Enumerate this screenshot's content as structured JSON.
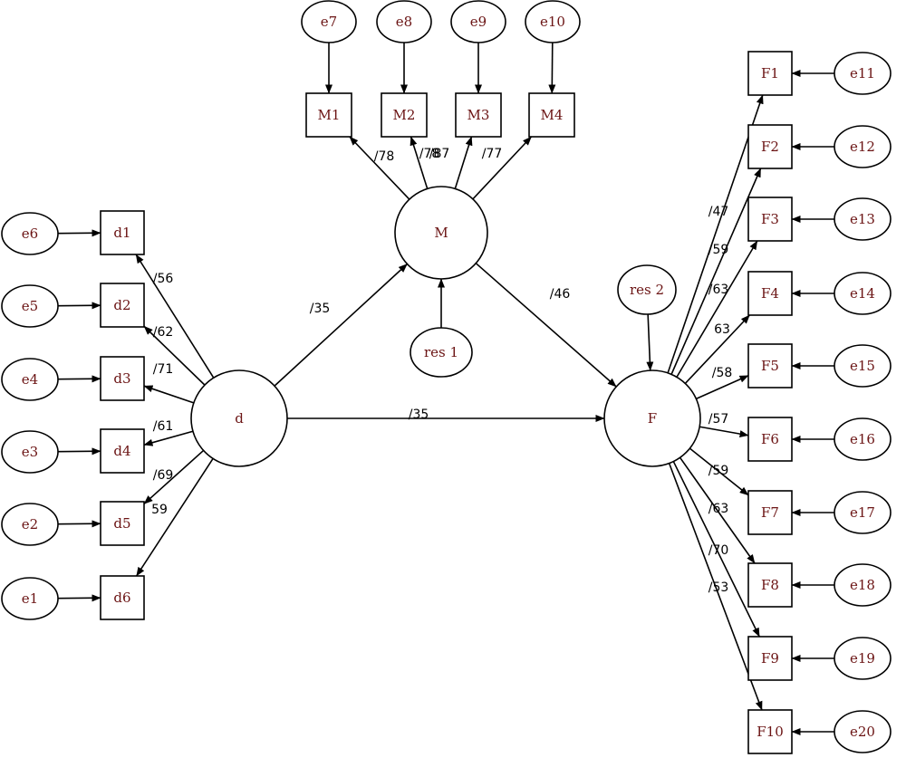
{
  "colors": {
    "node_text": "#6b1414",
    "stroke": "#000000",
    "coef_text": "#000000"
  },
  "nodes": {
    "latent": [
      {
        "id": "d",
        "label": "d"
      },
      {
        "id": "M",
        "label": "M"
      },
      {
        "id": "F",
        "label": "F"
      }
    ],
    "indicators": [
      {
        "id": "d1",
        "label": "d1"
      },
      {
        "id": "d2",
        "label": "d2"
      },
      {
        "id": "d3",
        "label": "d3"
      },
      {
        "id": "d4",
        "label": "d4"
      },
      {
        "id": "d5",
        "label": "d5"
      },
      {
        "id": "d6",
        "label": "d6"
      },
      {
        "id": "M1",
        "label": "M1"
      },
      {
        "id": "M2",
        "label": "M2"
      },
      {
        "id": "M3",
        "label": "M3"
      },
      {
        "id": "M4",
        "label": "M4"
      },
      {
        "id": "F1",
        "label": "F1"
      },
      {
        "id": "F2",
        "label": "F2"
      },
      {
        "id": "F3",
        "label": "F3"
      },
      {
        "id": "F4",
        "label": "F4"
      },
      {
        "id": "F5",
        "label": "F5"
      },
      {
        "id": "F6",
        "label": "F6"
      },
      {
        "id": "F7",
        "label": "F7"
      },
      {
        "id": "F8",
        "label": "F8"
      },
      {
        "id": "F9",
        "label": "F9"
      },
      {
        "id": "F10",
        "label": "F10"
      }
    ],
    "errors": [
      {
        "id": "e1",
        "label": "e1"
      },
      {
        "id": "e2",
        "label": "e2"
      },
      {
        "id": "e3",
        "label": "e3"
      },
      {
        "id": "e4",
        "label": "e4"
      },
      {
        "id": "e5",
        "label": "e5"
      },
      {
        "id": "e6",
        "label": "e6"
      },
      {
        "id": "e7",
        "label": "e7"
      },
      {
        "id": "e8",
        "label": "e8"
      },
      {
        "id": "e9",
        "label": "e9"
      },
      {
        "id": "e10",
        "label": "e10"
      },
      {
        "id": "e11",
        "label": "e11"
      },
      {
        "id": "e12",
        "label": "e12"
      },
      {
        "id": "e13",
        "label": "e13"
      },
      {
        "id": "e14",
        "label": "e14"
      },
      {
        "id": "e15",
        "label": "e15"
      },
      {
        "id": "e16",
        "label": "e16"
      },
      {
        "id": "e17",
        "label": "e17"
      },
      {
        "id": "e18",
        "label": "e18"
      },
      {
        "id": "e19",
        "label": "e19"
      },
      {
        "id": "e20",
        "label": "e20"
      },
      {
        "id": "res1",
        "label": "res 1"
      },
      {
        "id": "res2",
        "label": "res 2"
      }
    ]
  },
  "paths": [
    {
      "from": "d",
      "to": "M",
      "label": "/35"
    },
    {
      "from": "d",
      "to": "F",
      "label": "/35"
    },
    {
      "from": "M",
      "to": "F",
      "label": "/46"
    },
    {
      "from": "d",
      "to": "d1",
      "label": "/56"
    },
    {
      "from": "d",
      "to": "d2",
      "label": "/62"
    },
    {
      "from": "d",
      "to": "d3",
      "label": "/71"
    },
    {
      "from": "d",
      "to": "d4",
      "label": "/61"
    },
    {
      "from": "d",
      "to": "d5",
      "label": "/69"
    },
    {
      "from": "d",
      "to": "d6",
      "label": "59"
    },
    {
      "from": "M",
      "to": "M1",
      "label": "/78"
    },
    {
      "from": "M",
      "to": "M2",
      "label": "/78"
    },
    {
      "from": "M",
      "to": "M3",
      "label": "/87"
    },
    {
      "from": "M",
      "to": "M4",
      "label": "/77"
    },
    {
      "from": "F",
      "to": "F1",
      "label": "/47"
    },
    {
      "from": "F",
      "to": "F2",
      "label": "/59"
    },
    {
      "from": "F",
      "to": "F3",
      "label": "/63"
    },
    {
      "from": "F",
      "to": "F4",
      "label": "63"
    },
    {
      "from": "F",
      "to": "F5",
      "label": "/58"
    },
    {
      "from": "F",
      "to": "F6",
      "label": "/57"
    },
    {
      "from": "F",
      "to": "F7",
      "label": "/59"
    },
    {
      "from": "F",
      "to": "F8",
      "label": "/63"
    },
    {
      "from": "F",
      "to": "F9",
      "label": "/70"
    },
    {
      "from": "F",
      "to": "F10",
      "label": "/53"
    }
  ],
  "error_paths": [
    {
      "from": "e1",
      "to": "d6"
    },
    {
      "from": "e2",
      "to": "d5"
    },
    {
      "from": "e3",
      "to": "d4"
    },
    {
      "from": "e4",
      "to": "d3"
    },
    {
      "from": "e5",
      "to": "d2"
    },
    {
      "from": "e6",
      "to": "d1"
    },
    {
      "from": "e7",
      "to": "M1"
    },
    {
      "from": "e8",
      "to": "M2"
    },
    {
      "from": "e9",
      "to": "M3"
    },
    {
      "from": "e10",
      "to": "M4"
    },
    {
      "from": "e11",
      "to": "F1"
    },
    {
      "from": "e12",
      "to": "F2"
    },
    {
      "from": "e13",
      "to": "F3"
    },
    {
      "from": "e14",
      "to": "F4"
    },
    {
      "from": "e15",
      "to": "F5"
    },
    {
      "from": "e16",
      "to": "F6"
    },
    {
      "from": "e17",
      "to": "F7"
    },
    {
      "from": "e18",
      "to": "F8"
    },
    {
      "from": "e19",
      "to": "F9"
    },
    {
      "from": "e20",
      "to": "F10"
    },
    {
      "from": "res1",
      "to": "M"
    },
    {
      "from": "res2",
      "to": "F"
    }
  ]
}
